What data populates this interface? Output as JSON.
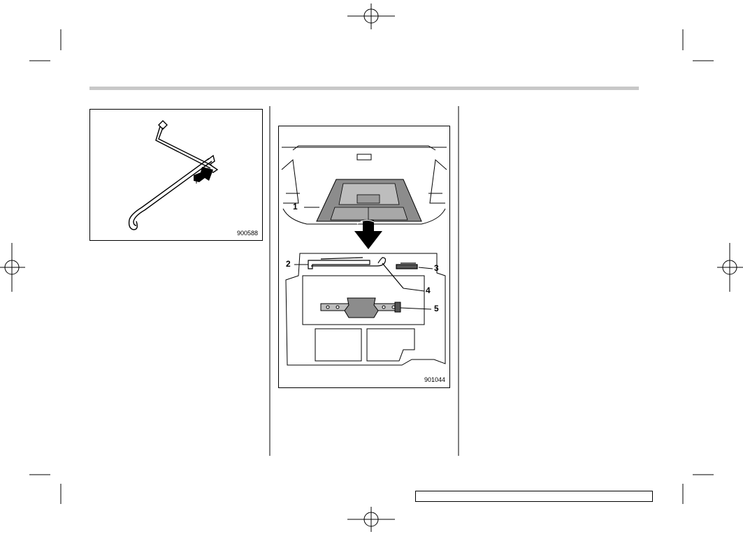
{
  "figures": {
    "wrench": {
      "code": "900588"
    },
    "trunk": {
      "code": "901044",
      "callouts": [
        "1",
        "2",
        "3",
        "4",
        "5"
      ]
    }
  }
}
